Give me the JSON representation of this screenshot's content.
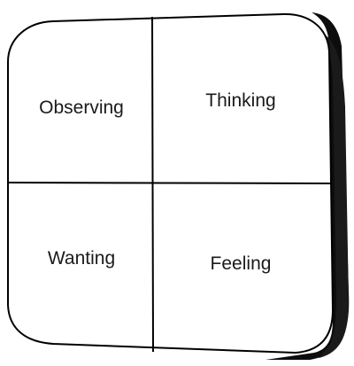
{
  "diagram": {
    "quadrants": [
      {
        "label": "Observing"
      },
      {
        "label": "Thinking"
      },
      {
        "label": "Wanting"
      },
      {
        "label": "Feeling"
      }
    ],
    "colors": {
      "face": "#ffffff",
      "edge": "#000000",
      "side": "#0d0d0d",
      "text": "#1a1a1a"
    }
  }
}
